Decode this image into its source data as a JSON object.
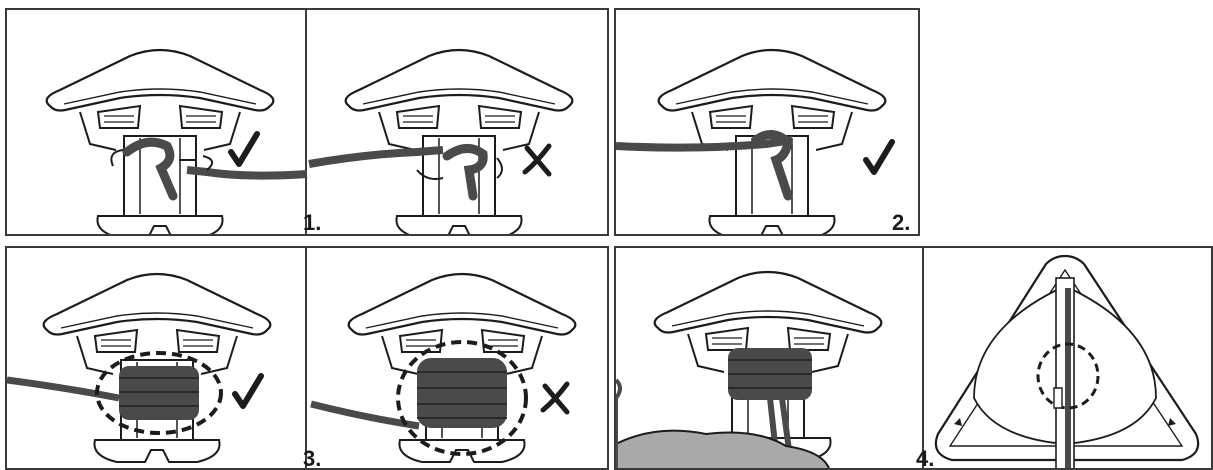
{
  "steps": {
    "s1": "1.",
    "s2": "2.",
    "s3": "3.",
    "s4": "4."
  },
  "colors": {
    "line": "#1c1c1c",
    "cable": "#4a4a4a",
    "hand": "#a9a9a9",
    "frame": "#3a3a3a"
  },
  "icons": {
    "correct": "check-mark-icon",
    "incorrect": "cross-mark-icon"
  }
}
